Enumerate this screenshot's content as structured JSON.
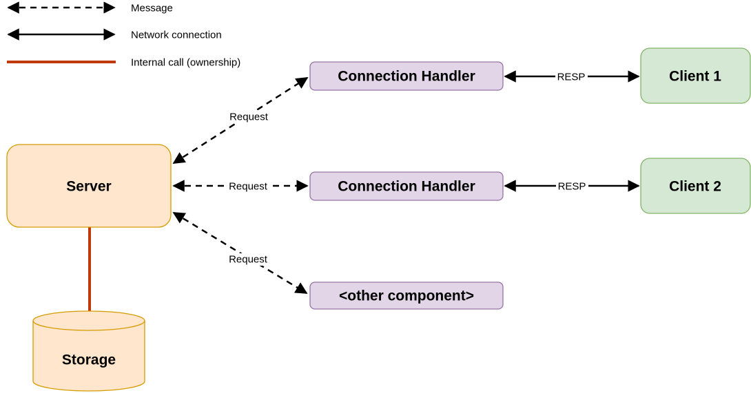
{
  "legend": {
    "items": [
      {
        "label": "Message",
        "line_style": "dashed-double-arrow"
      },
      {
        "label": "Network connection",
        "line_style": "solid-double-arrow"
      },
      {
        "label": "Internal call (ownership)",
        "line_style": "solid-red-line"
      }
    ]
  },
  "nodes": {
    "server": {
      "label": "Server"
    },
    "storage": {
      "label": "Storage"
    },
    "handler1": {
      "label": "Connection Handler"
    },
    "handler2": {
      "label": "Connection Handler"
    },
    "other": {
      "label": "<other component>"
    },
    "client1": {
      "label": "Client 1"
    },
    "client2": {
      "label": "Client 2"
    }
  },
  "edges": {
    "request1": {
      "label": "Request"
    },
    "request2": {
      "label": "Request"
    },
    "request3": {
      "label": "Request"
    },
    "resp1": {
      "label": "RESP"
    },
    "resp2": {
      "label": "RESP"
    }
  },
  "colors": {
    "orange_fill": "#FFE6CC",
    "orange_stroke": "#D79B00",
    "purple_fill": "#E1D5E7",
    "purple_stroke": "#9673A6",
    "green_fill": "#D5E8D4",
    "green_stroke": "#82B366",
    "internal_call": "#C0390B",
    "line": "#000000"
  }
}
